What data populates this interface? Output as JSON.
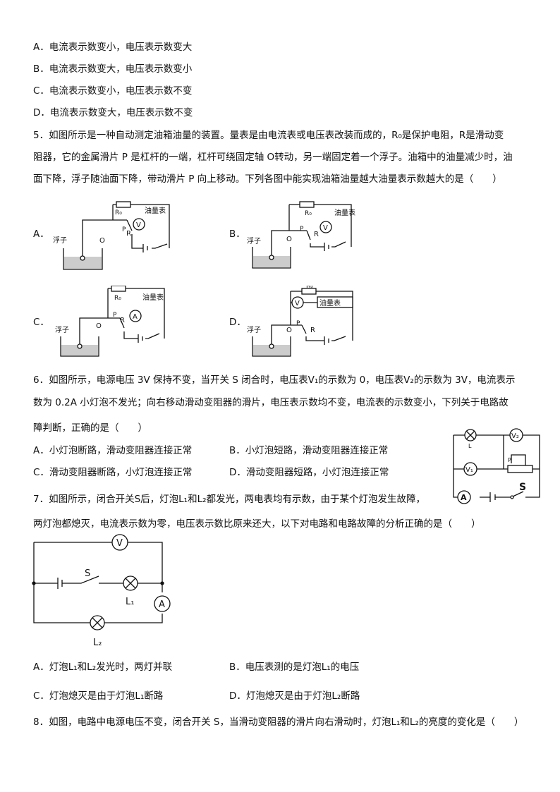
{
  "q4_options": [
    "A．电流表示数变小，电压表示数变大",
    "B．电流表示数变大，电压表示数变小",
    "C．电流表示数变小，电压表示数不变",
    "D．电流表示数变大，电压表示数不变"
  ],
  "q5": {
    "lines": [
      "5．如图所示是一种自动测定油箱油量的装置。量表是由电流表或电压表改装而成的，R₀是保护电阻，R是滑动变",
      "阻器，它的金属滑片 P 是杠杆的一端，杠杆可绕固定轴 O转动，另一端固定着一个浮子。油箱中的油量减少时，油",
      "面下降，浮子随油面下降，带动滑片 P 向上移动。下列各图中能实现油箱油量越大油量表示数越大的是（　　）"
    ],
    "option_labels": [
      "A．",
      "B．",
      "C．",
      "D．"
    ],
    "fig": {
      "float": "浮子",
      "r0": "R₀",
      "r": "R",
      "p": "P",
      "o": "O",
      "meter": "油量表",
      "v": "V",
      "a": "A"
    }
  },
  "q6": {
    "lines": [
      "6．如图所示，电源电压 3V 保持不变，当开关 S 闭合时，电压表V₁的示数为 0，电压表V₂的示数为 3V，电流表示",
      "数为 0.2A 小灯泡不发光；向右移动滑动变阻器的滑片，电压表示数均不变，电流表的示数变小，下列关于电路故",
      "障判断，正确的是（　　）"
    ],
    "options": [
      "A．小灯泡断路，滑动变阻器连接正常",
      "B．小灯泡短路，滑动变阻器连接正常",
      "C．滑动变阻器断路，小灯泡连接正常",
      "D．滑动变阻器短路，小灯泡连接正常"
    ],
    "fig": {
      "l": "L",
      "v2": "V₂",
      "v1": "V₁",
      "p": "P",
      "a": "A",
      "s": "S"
    }
  },
  "q7": {
    "lines": [
      "7．如图所示，闭合开关S后，灯泡L₁和L₂都发光，两电表均有示数，由于某个灯泡发生故障，",
      "两灯泡都熄灭，电流表示数为零，电压表示数比原来还大，以下对电路和电路故障的分析正确的是（　　）"
    ],
    "options": [
      "A．灯泡L₁和L₂发光时，两灯并联",
      "B．电压表测的是灯泡L₁的电压",
      "C．灯泡熄灭是由于灯泡L₁断路",
      "D．灯泡熄灭是由于灯泡L₂断路"
    ],
    "fig": {
      "v": "V",
      "s": "S",
      "l1": "L₁",
      "l2": "L₂",
      "a": "A"
    }
  },
  "q8": {
    "line": "8．如图，电路中电源电压不变，闭合开关 S，当滑动变阻器的滑片向右滑动时，灯泡L₁和L₂的亮度的变化是（　　）"
  }
}
